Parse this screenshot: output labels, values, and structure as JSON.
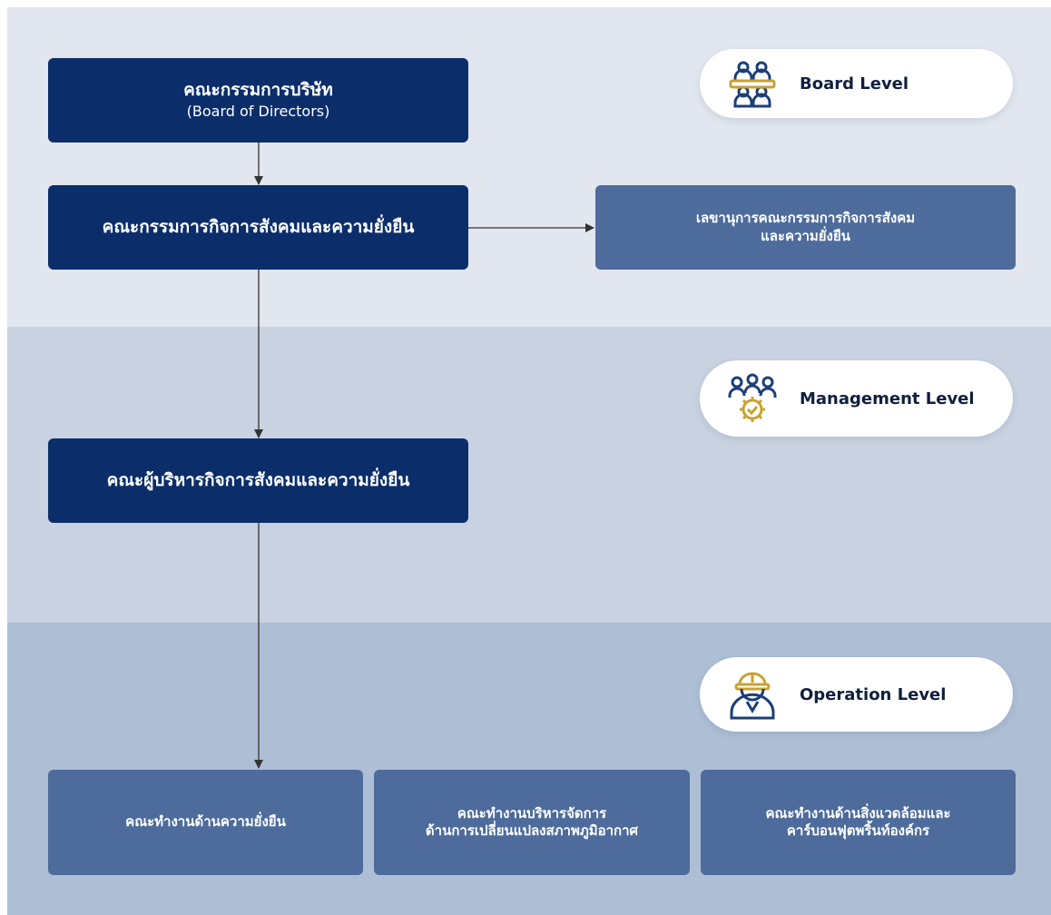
{
  "colors": {
    "dark_box": "#0b2e6b",
    "mid_box": "#4d6c9c",
    "band_board": "#e1e6ef",
    "band_management": "#c8d2e0",
    "band_operation": "#adbed5",
    "icon_navy": "#1c3f78",
    "icon_gold": "#c9a233"
  },
  "levels": {
    "board": {
      "label": "Board Level",
      "icon": "board-meeting-icon"
    },
    "management": {
      "label": "Management Level",
      "icon": "team-gear-icon"
    },
    "operation": {
      "label": "Operation Level",
      "icon": "worker-helmet-icon"
    }
  },
  "nodes": {
    "board_of_directors": {
      "title": "คณะกรรมการบริษัท",
      "subtitle": "(Board of Directors)"
    },
    "social_sustainability_committee": {
      "title": "คณะกรรมการกิจการสังคมและความยั่งยืน"
    },
    "committee_secretary": {
      "line1": "เลขานุการคณะกรรมการกิจการสังคม",
      "line2": "และความยั่งยืน"
    },
    "executive_committee": {
      "title": "คณะผู้บริหารกิจการสังคมและความยั่งยืน"
    },
    "sustainability_working_group": {
      "title": "คณะทำงานด้านความยั่งยืน"
    },
    "climate_change_working_group": {
      "line1": "คณะทำงานบริหารจัดการ",
      "line2": "ด้านการเปลี่ยนแปลงสภาพภูมิอากาศ"
    },
    "environment_carbon_working_group": {
      "line1": "คณะทำงานด้านสิ่งแวดล้อมและ",
      "line2": "คาร์บอนฟุตพริ้นท์องค์กร"
    }
  }
}
